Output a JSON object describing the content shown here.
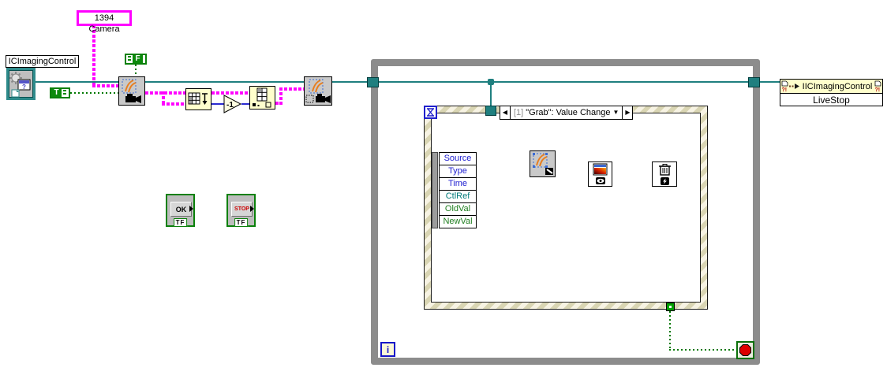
{
  "labels": {
    "camera": "1394 Camera",
    "control_ref": "ICImagingControl"
  },
  "constants": {
    "t": "T",
    "f": "F"
  },
  "buttons": {
    "ok_label": "OK",
    "stop_label": "STOP",
    "tf": "TF"
  },
  "nodes": {
    "minus_one": "-1"
  },
  "loop": {
    "iterator": "i"
  },
  "event": {
    "index": "[1]",
    "name": "\"Grab\": Value Change",
    "rows": [
      "Source",
      "Type",
      "Time",
      "CtlRef",
      "OldVal",
      "NewVal"
    ]
  },
  "invoke": {
    "title": "IICImagingControl",
    "method": "LiveStop"
  },
  "icons": {
    "prev_event": "◀",
    "next_event": "▶",
    "dropdown": "▼"
  },
  "colors": {
    "wire_reference_teal": "#1F7F7F",
    "wire_string_magenta": "#FF00FF",
    "wire_boolean_green": "#007800",
    "wire_integer_blue": "#2B2BD0",
    "wire_image_purple": "#7A1E7A",
    "loop_border_gray": "#8C8C8C",
    "node_yellow": "#FFFFCC",
    "terminal_green": "#0A800A",
    "stop_red": "#DD0000",
    "label_border_magenta": "#FF00FF"
  }
}
